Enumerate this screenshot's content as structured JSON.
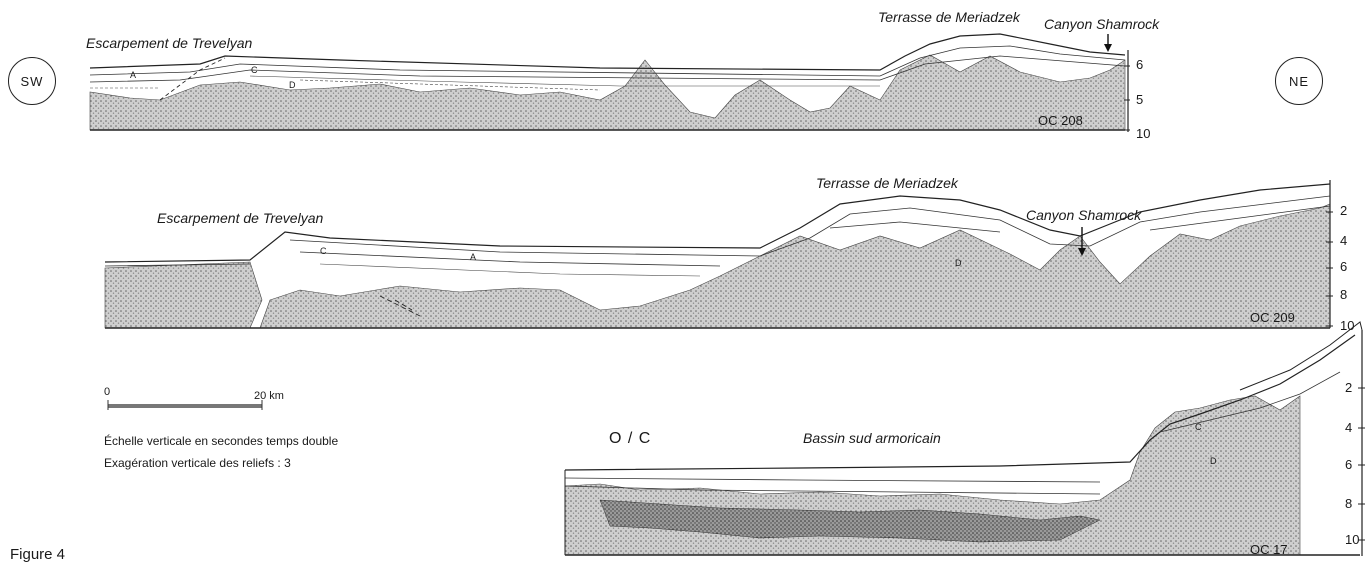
{
  "figure_label": "Figure 4",
  "orientation": {
    "left": "SW",
    "right": "NE"
  },
  "profiles": [
    {
      "id": "OC 208",
      "labels": [
        "Escarpement de Trevelyan",
        "Terrasse de Meriadzek",
        "Canyon Shamrock"
      ],
      "depth_ticks": [
        "6",
        "5",
        "10"
      ]
    },
    {
      "id": "OC 209",
      "labels": [
        "Escarpement de Trevelyan",
        "Terrasse de Meriadzek",
        "Canyon Shamrock"
      ],
      "depth_ticks": [
        "2",
        "4",
        "6",
        "8",
        "10"
      ]
    },
    {
      "id": "OC 17",
      "title_tag": "O / C",
      "labels": [
        "Bassin sud armoricain"
      ],
      "depth_ticks": [
        "2",
        "4",
        "6",
        "8",
        "10"
      ]
    }
  ],
  "scale": {
    "start": "0",
    "end": "20 km"
  },
  "notes": [
    "Échelle verticale en secondes temps double",
    "Exagération verticale des reliefs : 3"
  ],
  "unit_letters": [
    "A",
    "C",
    "D"
  ]
}
